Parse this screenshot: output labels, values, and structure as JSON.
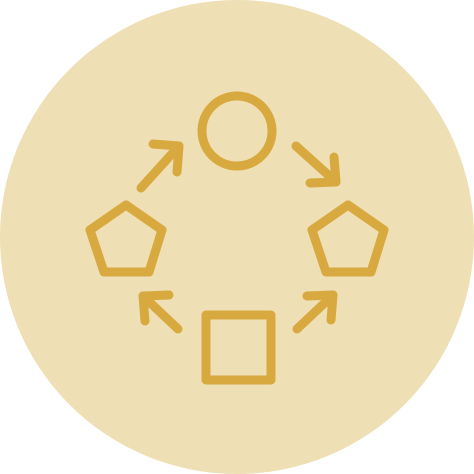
{
  "icon": {
    "name": "shape-cycle-icon",
    "background_color": "#efdfb4",
    "stroke_color": "#d8a93f",
    "shapes": [
      "circle",
      "pentagon",
      "square",
      "pentagon"
    ],
    "arrow_count": 4
  }
}
